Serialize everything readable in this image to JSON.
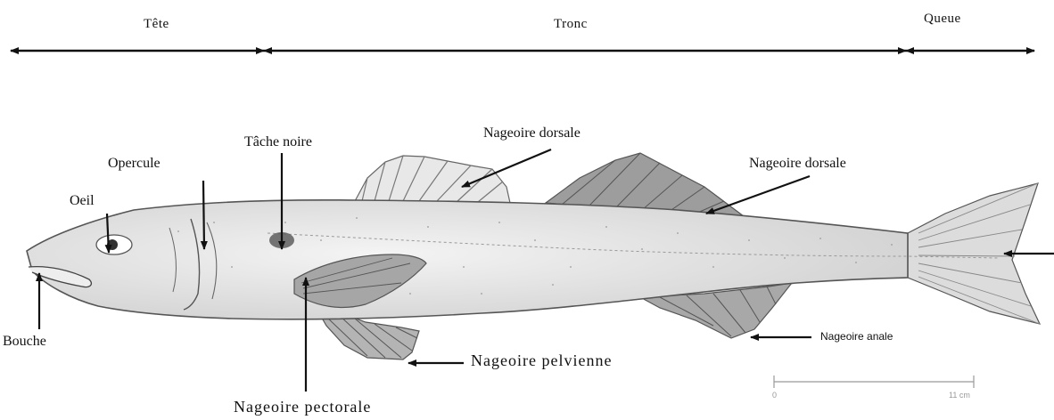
{
  "sections": {
    "head": "Tête",
    "trunk": "Tronc",
    "tail": "Queue"
  },
  "parts": {
    "mouth": "Bouche",
    "eye": "Oeil",
    "operculum": "Opercule",
    "black_spot": "Tâche noire",
    "dorsal_fin_1": "Nageoire  dorsale",
    "dorsal_fin_2": "Nageoire dorsale",
    "pectoral_fin": "Nageoire  pectorale",
    "pelvic_fin": "Nageoire pelvienne",
    "anal_fin": "Nageoire anale"
  },
  "scale_bar": {
    "start": "0",
    "end": "11 cm"
  },
  "colors": {
    "ink": "#111111",
    "fin": "#777777",
    "body": "#e2e2e2"
  }
}
